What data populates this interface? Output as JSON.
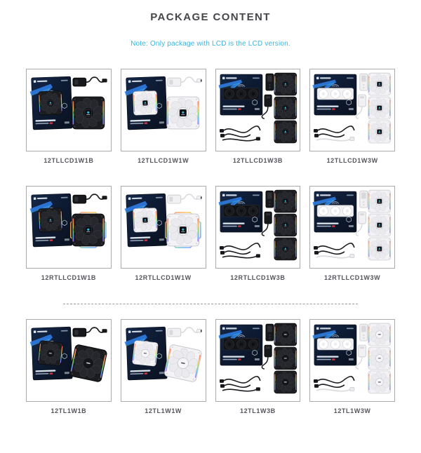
{
  "header": {
    "title": "PACKAGE CONTENT",
    "note": "Note: Only package with LCD is the LCD version."
  },
  "grid": {
    "rows": [
      [
        "12TLLCD1W1B",
        "12TLLCD1W1W",
        "12TLLCD1W3B",
        "12TLLCD1W3W"
      ],
      [
        "12RTLLCD1W1B",
        "12RTLLCD1W1W",
        "12RTLLCD1W3B",
        "12RTLLCD1W3W"
      ],
      [
        "12TL1W1B",
        "12TL1W1W",
        "12TL1W3B",
        "12TL1W3W"
      ]
    ]
  },
  "colors": {
    "title_text": "#46464b",
    "note_text": "#3cb4dd",
    "model_text": "#55555c",
    "card_border": "#ababab",
    "divider_line": "#9b9b9b",
    "box_navy": "#0d1a31",
    "box_blue_accent": "#2d7ce2",
    "red_tag": "#d8353e"
  }
}
